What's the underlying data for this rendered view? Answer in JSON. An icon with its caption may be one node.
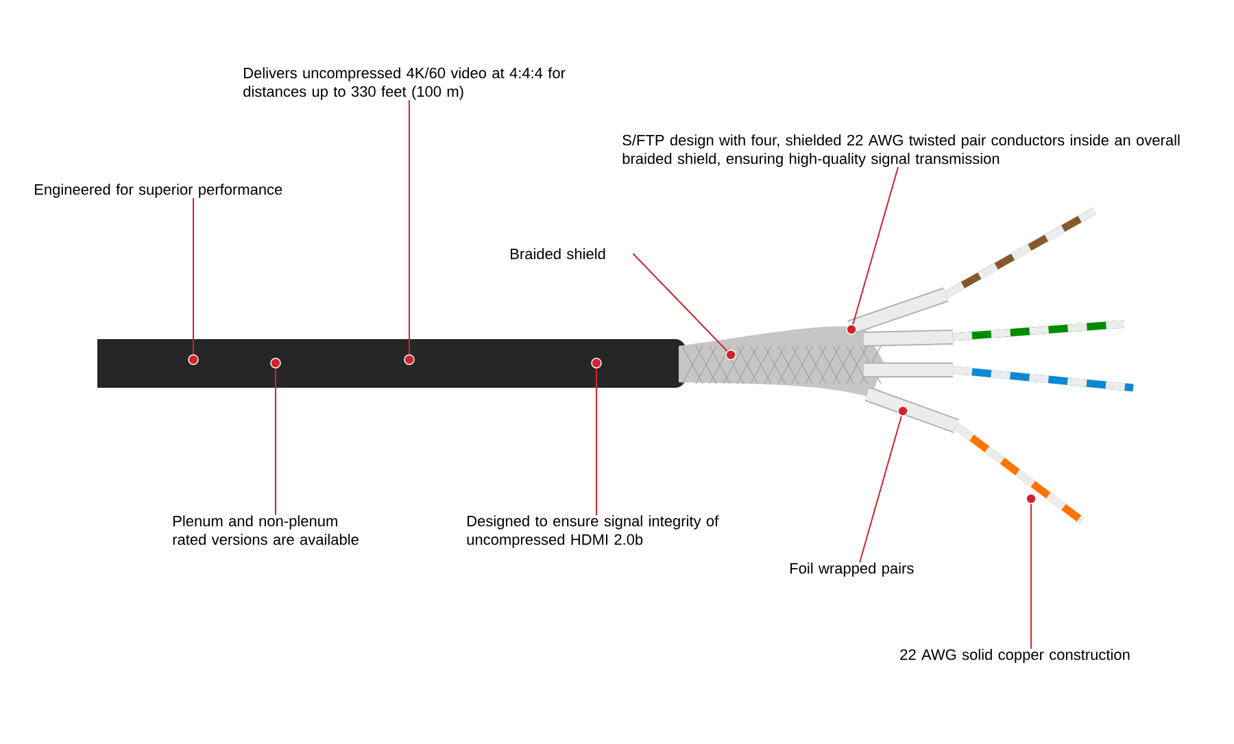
{
  "diagram": {
    "nodes": [
      {
        "text": [
          "Engineered for superior performance"
        ]
      },
      {
        "text": [
          "Delivers uncompressed 4K/60 video at 4:4:4 for distances up to 330 feet (100 m)"
        ]
      },
      {
        "text": [
          "S/FTP design with four, shielded 22 AWG twisted pair conductors inside an overall braided shield, ensuring high-quality signal transmission"
        ]
      },
      {
        "text": [
          "Braided shield"
        ]
      },
      {
        "text": [
          "Plenum and non-plenum rated versions are available"
        ]
      },
      {
        "text": [
          "Designed to ensure signal integrity of uncompressed HDMI 2.0b"
        ]
      },
      {
        "text": [
          "Foil wrapped pairs"
        ]
      },
      {
        "text": [
          "22 AWG solid copper construction"
        ]
      }
    ],
    "edges": [
      {
        "from": 0,
        "to": null,
        "arrow": "other"
      },
      {
        "from": 1,
        "to": null,
        "arrow": "other"
      },
      {
        "from": 2,
        "to": null,
        "arrow": "other"
      },
      {
        "from": 3,
        "to": null,
        "arrow": "other"
      },
      {
        "from": 4,
        "to": null,
        "arrow": "other"
      },
      {
        "from": 5,
        "to": null,
        "arrow": "other"
      },
      {
        "from": 6,
        "to": null,
        "arrow": "other"
      },
      {
        "from": 7,
        "to": null,
        "arrow": "other"
      }
    ]
  }
}
